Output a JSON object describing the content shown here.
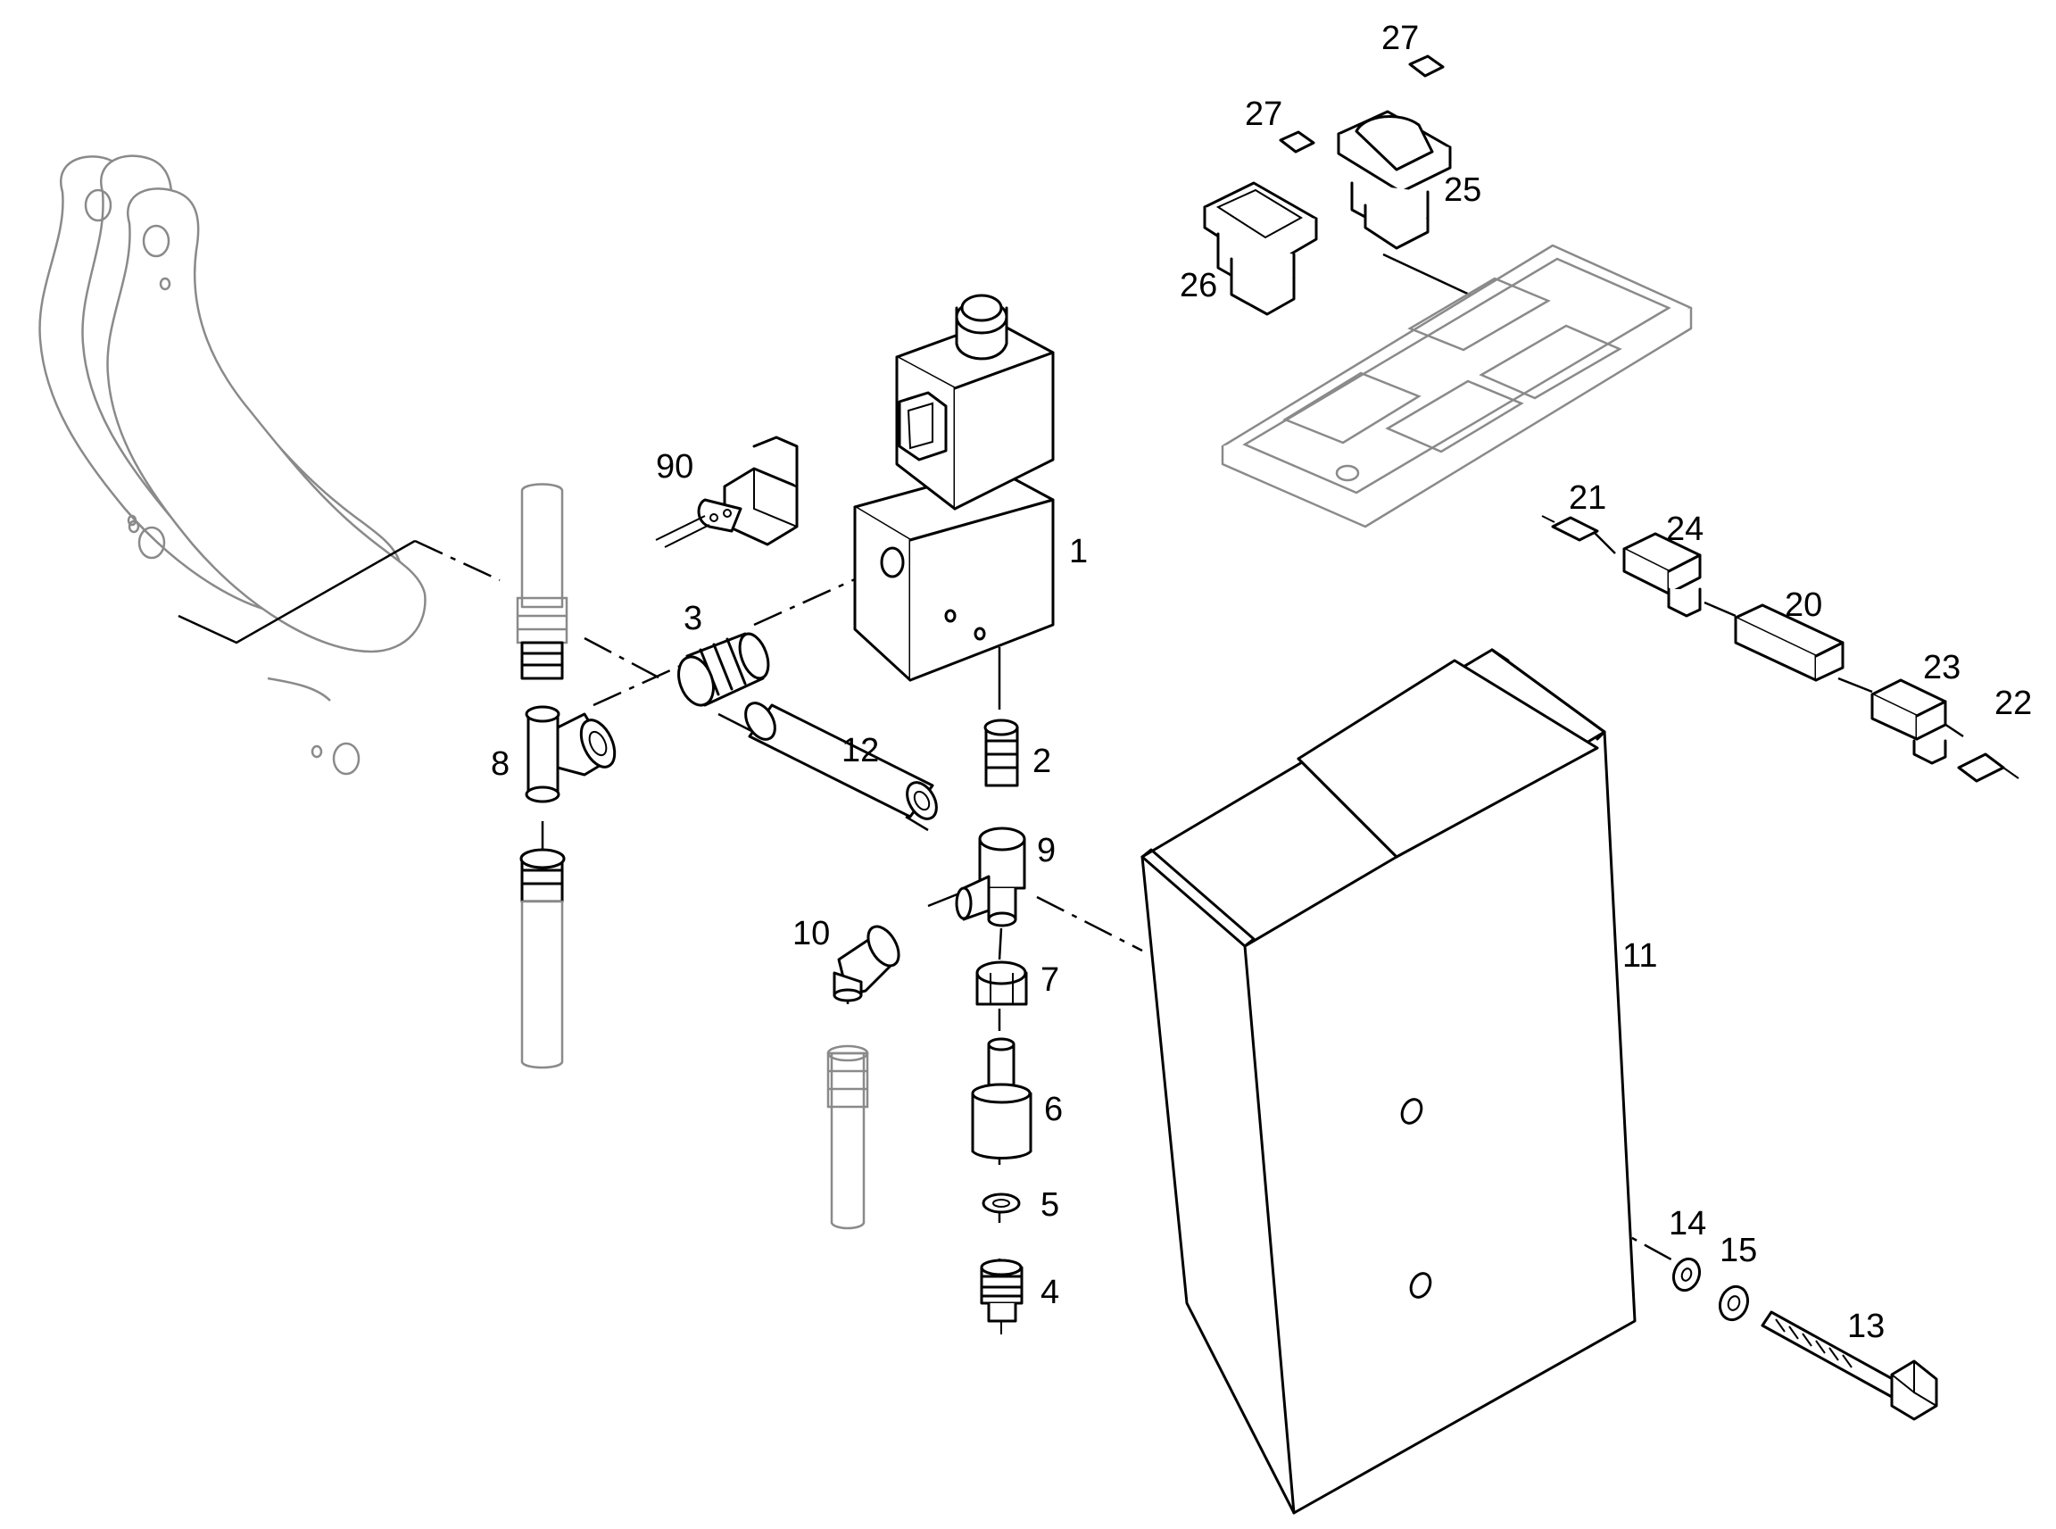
{
  "callouts": {
    "p1": "1",
    "p2": "2",
    "p3": "3",
    "p4": "4",
    "p5": "5",
    "p6": "6",
    "p7": "7",
    "p8": "8",
    "p9": "9",
    "p10": "10",
    "p11": "11",
    "p12": "12",
    "p13": "13",
    "p14": "14",
    "p15": "15",
    "p20": "20",
    "p21": "21",
    "p22": "22",
    "p23": "23",
    "p24": "24",
    "p25": "25",
    "p26": "26",
    "p27a": "27",
    "p27b": "27",
    "p90": "90"
  }
}
